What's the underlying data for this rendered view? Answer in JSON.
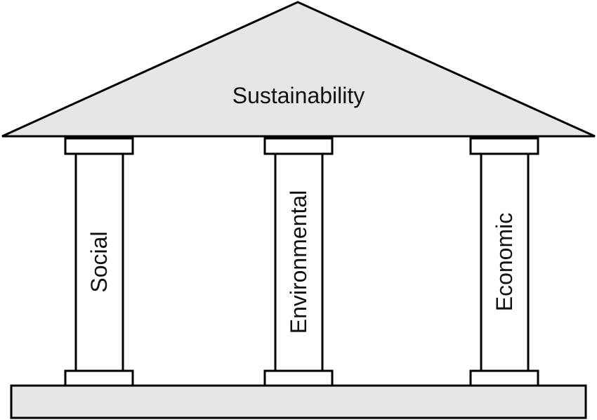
{
  "roof": {
    "label": "Sustainability"
  },
  "pillars": [
    {
      "label": "Social"
    },
    {
      "label": "Environmental"
    },
    {
      "label": "Economic"
    }
  ],
  "colors": {
    "stroke": "#000000",
    "roof_fill": "#e6e6e6",
    "base_fill": "#e6e6e6",
    "pillar_fill": "#ffffff",
    "text": "#111111"
  }
}
